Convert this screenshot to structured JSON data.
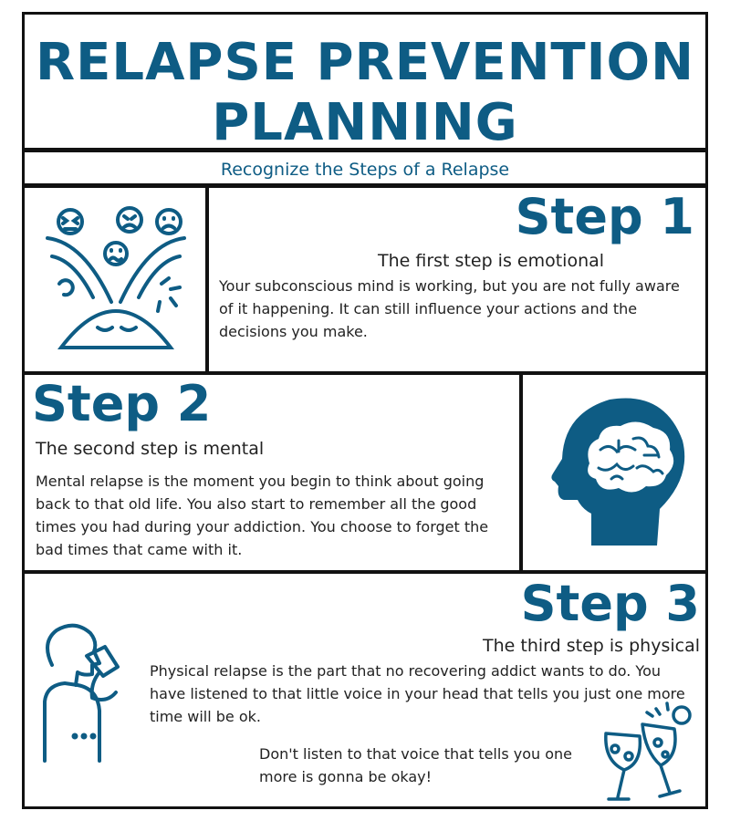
{
  "title": {
    "line1": "RELAPSE PREVENTION",
    "line2": "PLANNING"
  },
  "subtitle": "Recognize the Steps of a Relapse",
  "step1": {
    "heading": "Step 1",
    "lead": "The first step is emotional",
    "body": "Your subconscious mind is working, but you are not fully aware of it happening. It can still influence your actions and the decisions you make."
  },
  "step2": {
    "heading": "Step 2",
    "lead": "The second step is mental",
    "body": "Mental relapse is the moment you begin to think about going back to that old life. You also start to remember all the good times you had during your addiction. You choose to forget the bad times that came with it."
  },
  "step3": {
    "heading": "Step 3",
    "lead": "The third step is physical",
    "body": "Physical relapse is the part that no recovering addict wants to do. You have listened to that little voice in your head that tells you just one more time will be ok.",
    "warning": "Don't listen to that voice that tells you one more is gonna be okay!"
  },
  "icons": {
    "step1": "emotions-head-icon",
    "step2": "brain-head-icon",
    "step3_person": "person-drinking-icon",
    "step3_drinks": "cocktail-glasses-icon"
  },
  "colors": {
    "accent": "#0e5c84",
    "border": "#111111",
    "text": "#222222"
  }
}
